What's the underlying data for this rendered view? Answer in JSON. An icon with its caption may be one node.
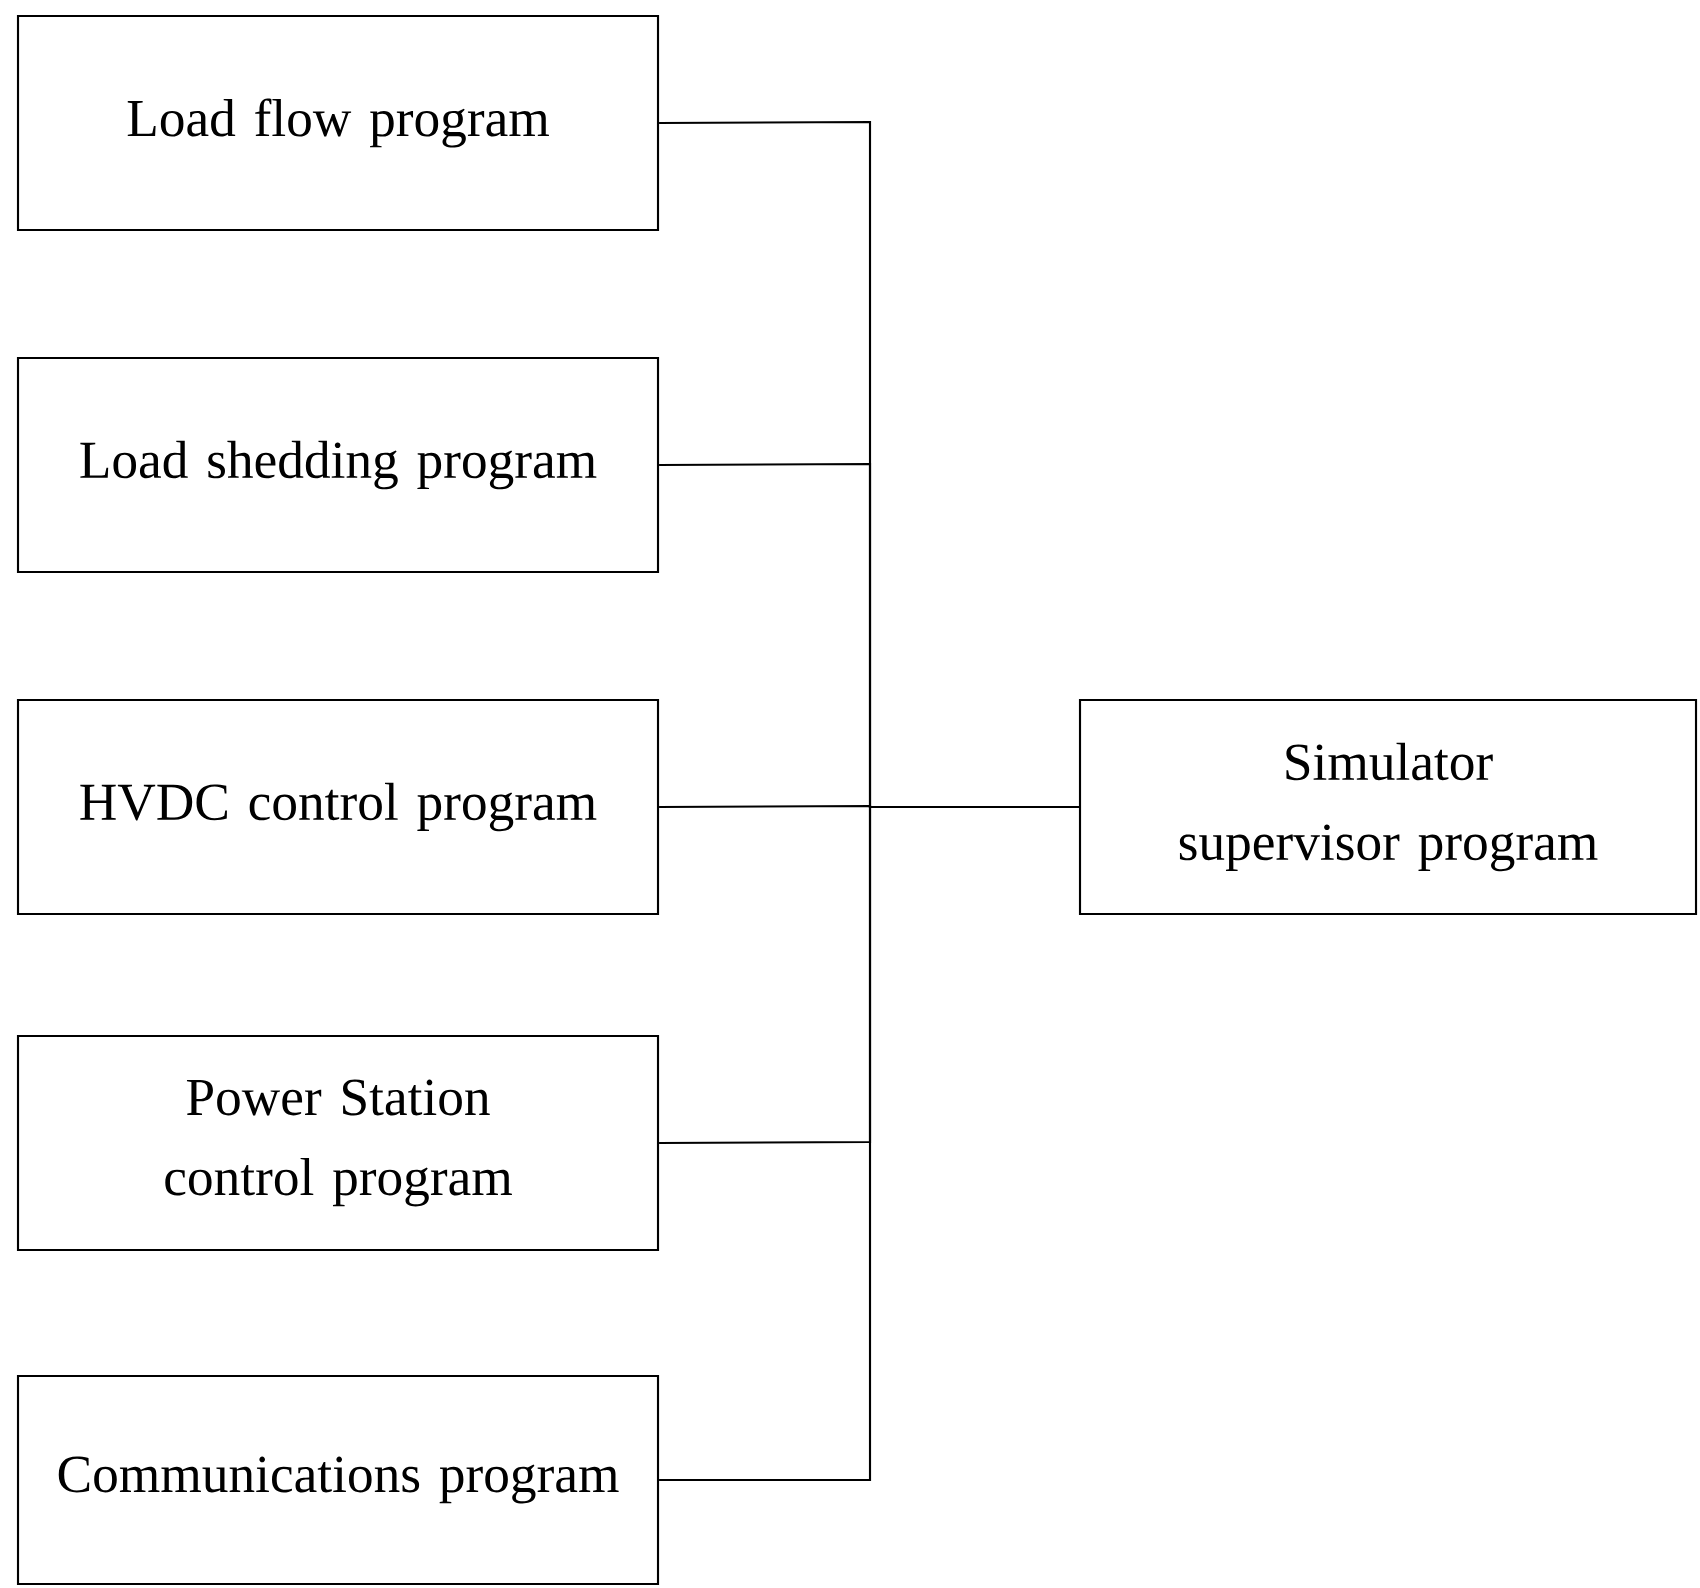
{
  "diagram": {
    "nodes": [
      {
        "text": [
          "Load flow program"
        ]
      },
      {
        "text": [
          "Load shedding program"
        ]
      },
      {
        "text": [
          "HVDC control program"
        ]
      },
      {
        "text": [
          "Power Station control program"
        ]
      },
      {
        "text": [
          "Communications program"
        ]
      },
      {
        "text": [
          "Simulator supervisor program"
        ]
      }
    ],
    "edges": [
      {
        "from": 0,
        "to": 5,
        "arrow": "none"
      },
      {
        "from": 1,
        "to": 5,
        "arrow": "none"
      },
      {
        "from": 2,
        "to": 5,
        "arrow": "none"
      },
      {
        "from": 3,
        "to": 5,
        "arrow": "none"
      },
      {
        "from": 4,
        "to": 5,
        "arrow": "none"
      }
    ]
  }
}
